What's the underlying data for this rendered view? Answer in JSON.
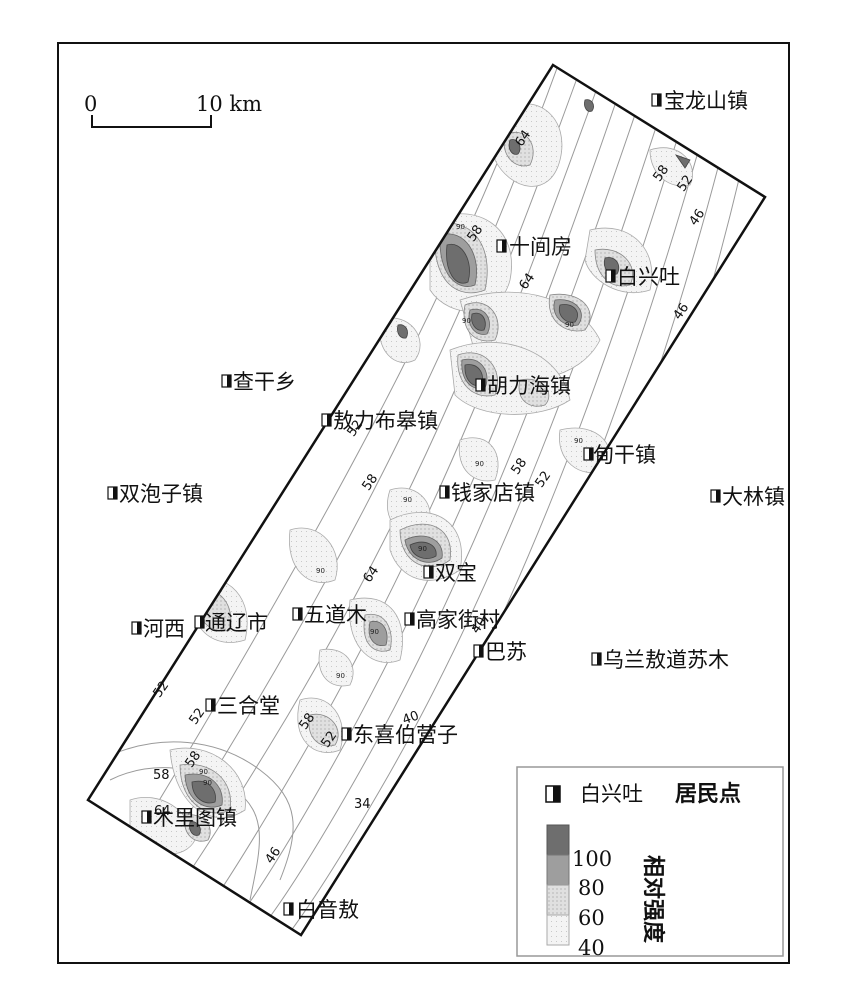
{
  "scale_bar": {
    "start_label": "0",
    "end_label": "10 km"
  },
  "places": [
    {
      "id": "baolongshan",
      "name": "宝龙山镇"
    },
    {
      "id": "shijianfang",
      "name": "十间房"
    },
    {
      "id": "baixingtu",
      "name": "白兴吐"
    },
    {
      "id": "chaganxiang",
      "name": "查干乡"
    },
    {
      "id": "huliehai",
      "name": "胡力海镇"
    },
    {
      "id": "minlibugao",
      "name": "敖力布皋镇"
    },
    {
      "id": "yugan",
      "name": "甸干镇"
    },
    {
      "id": "shuangpaozi",
      "name": "双泡子镇"
    },
    {
      "id": "qianjiadian",
      "name": "钱家店镇"
    },
    {
      "id": "dalin",
      "name": "大林镇"
    },
    {
      "id": "shuangbao",
      "name": "双宝"
    },
    {
      "id": "hexi",
      "name": "河西"
    },
    {
      "id": "tongliao",
      "name": "通辽市"
    },
    {
      "id": "wudaomu",
      "name": "五道木"
    },
    {
      "id": "gaojiajie",
      "name": "高家街村"
    },
    {
      "id": "basu",
      "name": "巴苏"
    },
    {
      "id": "wulanaodao",
      "name": "乌兰敖道苏木"
    },
    {
      "id": "sanhetang",
      "name": "三合堂"
    },
    {
      "id": "dongxibo",
      "name": "东喜伯营子"
    },
    {
      "id": "mulitu",
      "name": "木里图镇"
    },
    {
      "id": "baiyinao",
      "name": "白音敖"
    }
  ],
  "contour_labels": [
    {
      "id": "c64a",
      "text": "64"
    },
    {
      "id": "c58a",
      "text": "58"
    },
    {
      "id": "c52a",
      "text": "52"
    },
    {
      "id": "c46a",
      "text": "46"
    },
    {
      "id": "c58b",
      "text": "58"
    },
    {
      "id": "c64b",
      "text": "64"
    },
    {
      "id": "c46b",
      "text": "46"
    },
    {
      "id": "c52b",
      "text": "52"
    },
    {
      "id": "c58c",
      "text": "58"
    },
    {
      "id": "c58d",
      "text": "58"
    },
    {
      "id": "c52c",
      "text": "52"
    },
    {
      "id": "c64c",
      "text": "64"
    },
    {
      "id": "c40a",
      "text": "40"
    },
    {
      "id": "c52d",
      "text": "52"
    },
    {
      "id": "c52e",
      "text": "52"
    },
    {
      "id": "c58e",
      "text": "58"
    },
    {
      "id": "c52f",
      "text": "52"
    },
    {
      "id": "c40b",
      "text": "40"
    },
    {
      "id": "c58f",
      "text": "58"
    },
    {
      "id": "c58g",
      "text": "58"
    },
    {
      "id": "c64d",
      "text": "64"
    },
    {
      "id": "c34",
      "text": "34"
    },
    {
      "id": "c46c",
      "text": "46"
    }
  ],
  "legend": {
    "settlement_sample": "白兴吐",
    "settlement_title": "居民点",
    "intensity_title": "相对强度",
    "levels": [
      "100",
      "80",
      "60",
      "40"
    ],
    "level_colors": [
      "#6e6e6e",
      "#9e9e9e",
      "#cfcfcf",
      "#ececec"
    ]
  },
  "colors": {
    "line": "#111111",
    "contour": "#8a8a8a"
  }
}
